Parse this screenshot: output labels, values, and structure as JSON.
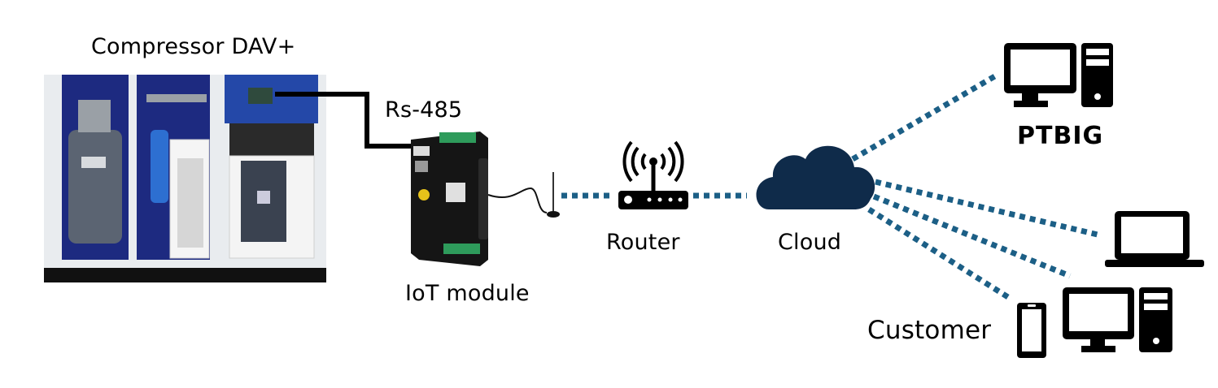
{
  "diagram": {
    "nodes": {
      "compressor": {
        "label": "Compressor DAV+"
      },
      "cable": {
        "label": "Rs-485"
      },
      "iot_module": {
        "label": "IoT module"
      },
      "router": {
        "label": "Router"
      },
      "cloud": {
        "label": "Cloud"
      },
      "ptbig": {
        "label": "PTBIG"
      },
      "customer": {
        "label": "Customer"
      }
    },
    "icons": {
      "router": "wifi-router-icon",
      "cloud": "cloud-icon",
      "ptbig": "desktop-computer-icon",
      "customer_laptop": "laptop-icon",
      "customer_phone": "smartphone-icon",
      "customer_desktop": "desktop-computer-icon"
    },
    "connections": [
      {
        "from": "compressor",
        "to": "iot_module",
        "style": "solid",
        "label": "Rs-485"
      },
      {
        "from": "iot_module",
        "to": "router",
        "style": "dotted"
      },
      {
        "from": "router",
        "to": "cloud",
        "style": "dotted"
      },
      {
        "from": "cloud",
        "to": "ptbig",
        "style": "dotted"
      },
      {
        "from": "cloud",
        "to": "customer_laptop",
        "style": "dotted"
      },
      {
        "from": "cloud",
        "to": "customer_desktop",
        "style": "dotted"
      },
      {
        "from": "cloud",
        "to": "customer_phone",
        "style": "dotted"
      }
    ],
    "colors": {
      "link": "#1c5f86",
      "cloud": "#0f2b4a",
      "icon": "#000000",
      "cable": "#000000",
      "panel_blue": "#1f3f94"
    }
  }
}
